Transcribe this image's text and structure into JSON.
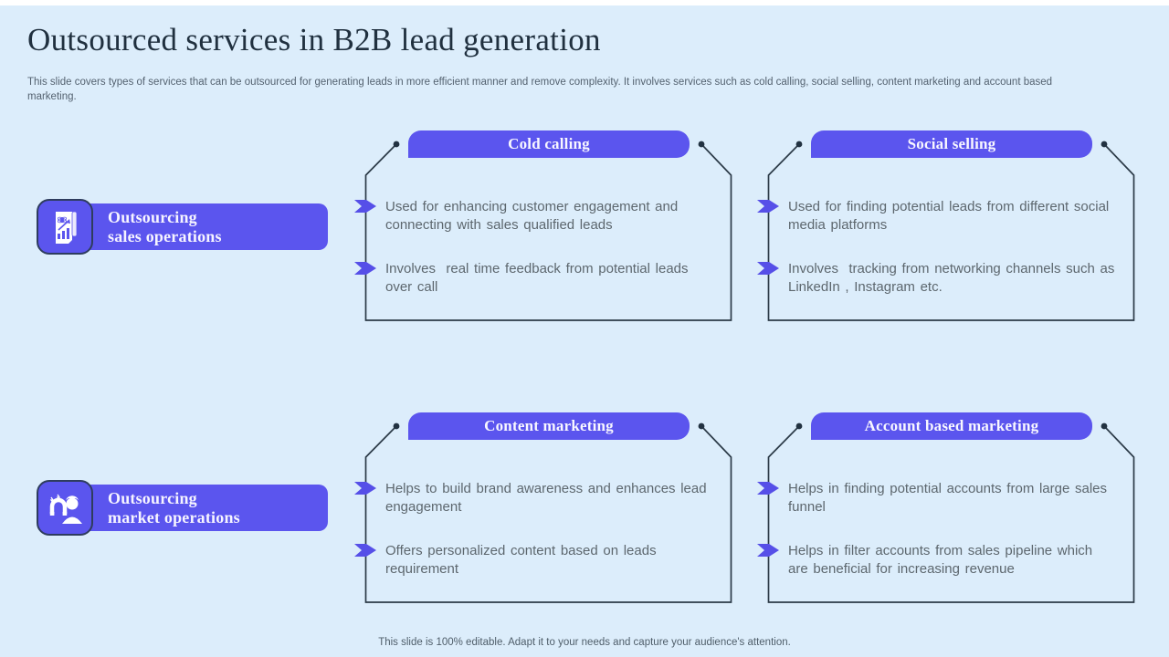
{
  "slide": {
    "title": "Outsourced services in B2B lead generation",
    "subtitle": "This slide covers types of services that can be outsourced for generating leads in more efficient manner and remove complexity. It involves services such as cold calling, social selling, content marketing and account based marketing.",
    "footer": "This slide is 100% editable. Adapt it to your needs and capture your audience's attention."
  },
  "colors": {
    "accent_purple": "#5b55ee",
    "background": "#dcedfb",
    "outline_dark": "#2b3a47",
    "tile_border": "#2e3c5e",
    "title_text": "#20303f",
    "body_text": "#5d676e"
  },
  "categories": [
    {
      "label_line1": "Outsourcing",
      "label_line2": "sales operations",
      "icon": "sales-report-icon"
    },
    {
      "label_line1": "Outsourcing",
      "label_line2": "market operations",
      "icon": "magnet-person-icon"
    }
  ],
  "panels": [
    {
      "title": "Cold calling",
      "bullets": [
        "Used for enhancing customer engagement and connecting with sales qualified leads",
        "Involves  real time feedback from potential leads over call"
      ]
    },
    {
      "title": "Social selling",
      "bullets": [
        "Used for finding potential leads from different social media platforms",
        "Involves  tracking from networking channels such as LinkedIn , Instagram etc."
      ]
    },
    {
      "title": "Content marketing",
      "bullets": [
        "Helps to build brand awareness and enhances lead engagement",
        "Offers personalized content based on leads requirement"
      ]
    },
    {
      "title": "Account based marketing",
      "bullets": [
        "Helps in finding potential accounts from large sales funnel",
        "Helps in filter accounts from sales pipeline which are beneficial for increasing revenue"
      ]
    }
  ]
}
